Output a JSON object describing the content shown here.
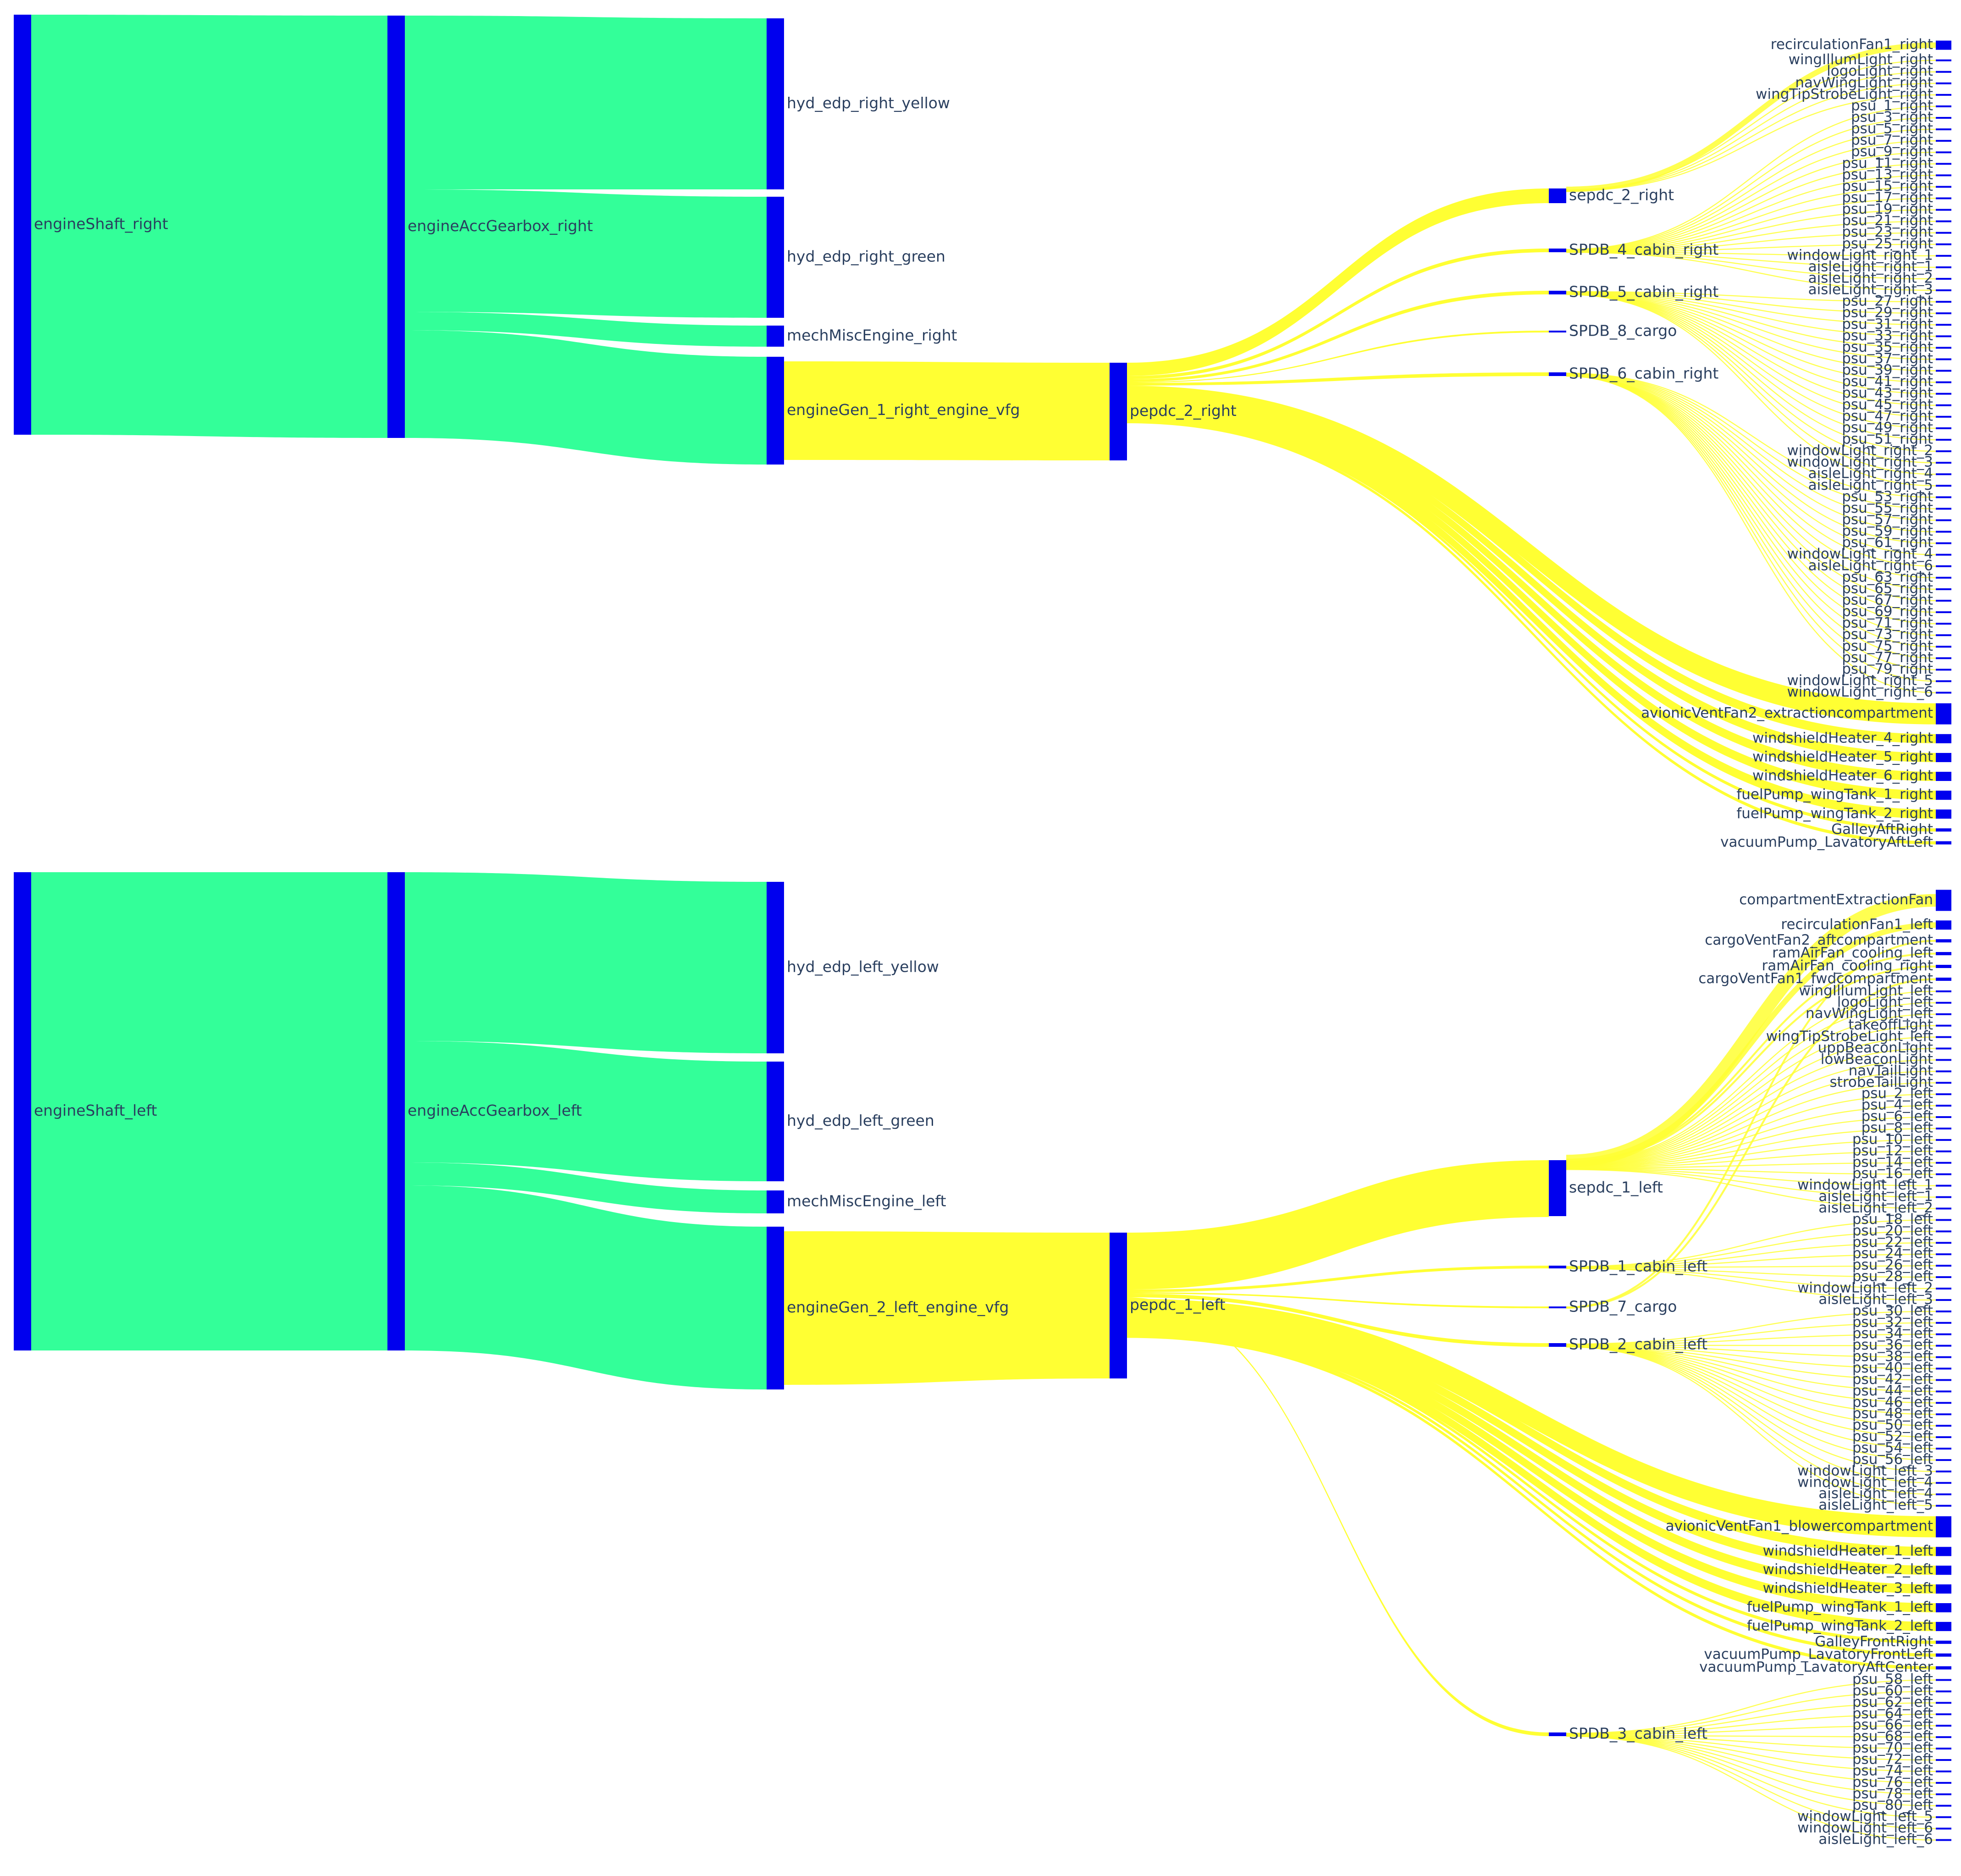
{
  "chart_data": {
    "type": "sankey",
    "node_color": "#0000ee",
    "mechanical_link_color": "#33ff99",
    "electrical_link_color": "#ffff33",
    "label_color": "#2a3f5f",
    "diagrams": [
      {
        "id": "right",
        "nodes": {
          "engineShaft_right": "engineShaft_right",
          "engineAccGearbox_right": "engineAccGearbox_right",
          "hyd_edp_right_yellow": "hyd_edp_right_yellow",
          "hyd_edp_right_green": "hyd_edp_right_green",
          "mechMiscEngine_right": "mechMiscEngine_right",
          "engineGen_1_right_engine_vfg": "engineGen_1_right_engine_vfg",
          "pepdc_2_right": "pepdc_2_right",
          "sepdc_2_right": "sepdc_2_right",
          "SPDB_4_cabin_right": "SPDB_4_cabin_right",
          "SPDB_5_cabin_right": "SPDB_5_cabin_right",
          "SPDB_8_cargo": "SPDB_8_cargo",
          "SPDB_6_cabin_right": "SPDB_6_cabin_right"
        },
        "links": [
          {
            "from": "engineShaft_right",
            "to": "engineAccGearbox_right",
            "kind": "mechanical"
          },
          {
            "from": "engineAccGearbox_right",
            "to": "hyd_edp_right_yellow",
            "kind": "mechanical"
          },
          {
            "from": "engineAccGearbox_right",
            "to": "hyd_edp_right_green",
            "kind": "mechanical"
          },
          {
            "from": "engineAccGearbox_right",
            "to": "mechMiscEngine_right",
            "kind": "mechanical"
          },
          {
            "from": "engineAccGearbox_right",
            "to": "engineGen_1_right_engine_vfg",
            "kind": "mechanical"
          },
          {
            "from": "engineGen_1_right_engine_vfg",
            "to": "pepdc_2_right",
            "kind": "electrical"
          }
        ],
        "sinks": [
          "recirculationFan1_right",
          "wingIllumLight_right",
          "logoLight_right",
          "navWingLight_right",
          "wingTipStrobeLight_right",
          "psu_1_right",
          "psu_3_right",
          "psu_5_right",
          "psu_7_right",
          "psu_9_right",
          "psu_11_right",
          "psu_13_right",
          "psu_15_right",
          "psu_17_right",
          "psu_19_right",
          "psu_21_right",
          "psu_23_right",
          "psu_25_right",
          "windowLight_right_1",
          "aisleLight_right_1",
          "aisleLight_right_2",
          "aisleLight_right_3",
          "psu_27_right",
          "psu_29_right",
          "psu_31_right",
          "psu_33_right",
          "psu_35_right",
          "psu_37_right",
          "psu_39_right",
          "psu_41_right",
          "psu_43_right",
          "psu_45_right",
          "psu_47_right",
          "psu_49_right",
          "psu_51_right",
          "windowLight_right_2",
          "windowLight_right_3",
          "aisleLight_right_4",
          "aisleLight_right_5",
          "psu_53_right",
          "psu_55_right",
          "psu_57_right",
          "psu_59_right",
          "psu_61_right",
          "windowLight_right_4",
          "aisleLight_right_6",
          "psu_63_right",
          "psu_65_right",
          "psu_67_right",
          "psu_69_right",
          "psu_71_right",
          "psu_73_right",
          "psu_75_right",
          "psu_77_right",
          "psu_79_right",
          "windowLight_right_5",
          "windowLight_right_6",
          "avionicVentFan2_extractioncompartment",
          "windshieldHeater_4_right",
          "windshieldHeater_5_right",
          "windshieldHeater_6_right",
          "fuelPump_wingTank_1_right",
          "fuelPump_wingTank_2_right",
          "GalleyAftRight",
          "vacuumPump_LavatoryAftLeft"
        ]
      },
      {
        "id": "left",
        "nodes": {
          "engineShaft_left": "engineShaft_left",
          "engineAccGearbox_left": "engineAccGearbox_left",
          "hyd_edp_left_yellow": "hyd_edp_left_yellow",
          "hyd_edp_left_green": "hyd_edp_left_green",
          "mechMiscEngine_left": "mechMiscEngine_left",
          "engineGen_2_left_engine_vfg": "engineGen_2_left_engine_vfg",
          "pepdc_1_left": "pepdc_1_left",
          "sepdc_1_left": "sepdc_1_left",
          "SPDB_1_cabin_left": "SPDB_1_cabin_left",
          "SPDB_7_cargo": "SPDB_7_cargo",
          "SPDB_2_cabin_left": "SPDB_2_cabin_left",
          "SPDB_3_cabin_left": "SPDB_3_cabin_left"
        },
        "links": [
          {
            "from": "engineShaft_left",
            "to": "engineAccGearbox_left",
            "kind": "mechanical"
          },
          {
            "from": "engineAccGearbox_left",
            "to": "hyd_edp_left_yellow",
            "kind": "mechanical"
          },
          {
            "from": "engineAccGearbox_left",
            "to": "hyd_edp_left_green",
            "kind": "mechanical"
          },
          {
            "from": "engineAccGearbox_left",
            "to": "mechMiscEngine_left",
            "kind": "mechanical"
          },
          {
            "from": "engineAccGearbox_left",
            "to": "engineGen_2_left_engine_vfg",
            "kind": "mechanical"
          },
          {
            "from": "engineGen_2_left_engine_vfg",
            "to": "pepdc_1_left",
            "kind": "electrical"
          }
        ],
        "sinks": [
          "compartmentExtractionFan",
          "recirculationFan1_left",
          "cargoVentFan2_aftcompartment",
          "ramAirFan_cooling_left",
          "ramAirFan_cooling_right",
          "cargoVentFan1_fwdcompartment",
          "wingIllumLight_left",
          "logoLight_left",
          "navWingLight_left",
          "takeoffLight",
          "wingTipStrobeLight_left",
          "uppBeaconLight",
          "lowBeaconLight",
          "navTailLight",
          "strobeTailLight",
          "psu_2_left",
          "psu_4_left",
          "psu_6_left",
          "psu_8_left",
          "psu_10_left",
          "psu_12_left",
          "psu_14_left",
          "psu_16_left",
          "windowLight_left_1",
          "aisleLight_left_1",
          "aisleLight_left_2",
          "psu_18_left",
          "psu_20_left",
          "psu_22_left",
          "psu_24_left",
          "psu_26_left",
          "psu_28_left",
          "windowLight_left_2",
          "aisleLight_left_3",
          "psu_30_left",
          "psu_32_left",
          "psu_34_left",
          "psu_36_left",
          "psu_38_left",
          "psu_40_left",
          "psu_42_left",
          "psu_44_left",
          "psu_46_left",
          "psu_48_left",
          "psu_50_left",
          "psu_52_left",
          "psu_54_left",
          "psu_56_left",
          "windowLight_left_3",
          "windowLight_left_4",
          "aisleLight_left_4",
          "aisleLight_left_5",
          "avionicVentFan1_blowercompartment",
          "windshieldHeater_1_left",
          "windshieldHeater_2_left",
          "windshieldHeater_3_left",
          "fuelPump_wingTank_1_left",
          "fuelPump_wingTank_2_left",
          "GalleyFrontRight",
          "vacuumPump_LavatoryFrontLeft",
          "vacuumPump_LavatoryAftCenter",
          "psu_58_left",
          "psu_60_left",
          "psu_62_left",
          "psu_64_left",
          "psu_66_left",
          "psu_68_left",
          "psu_70_left",
          "psu_72_left",
          "psu_74_left",
          "psu_76_left",
          "psu_78_left",
          "psu_80_left",
          "windowLight_left_5",
          "windowLight_left_6",
          "aisleLight_left_6"
        ]
      }
    ]
  }
}
